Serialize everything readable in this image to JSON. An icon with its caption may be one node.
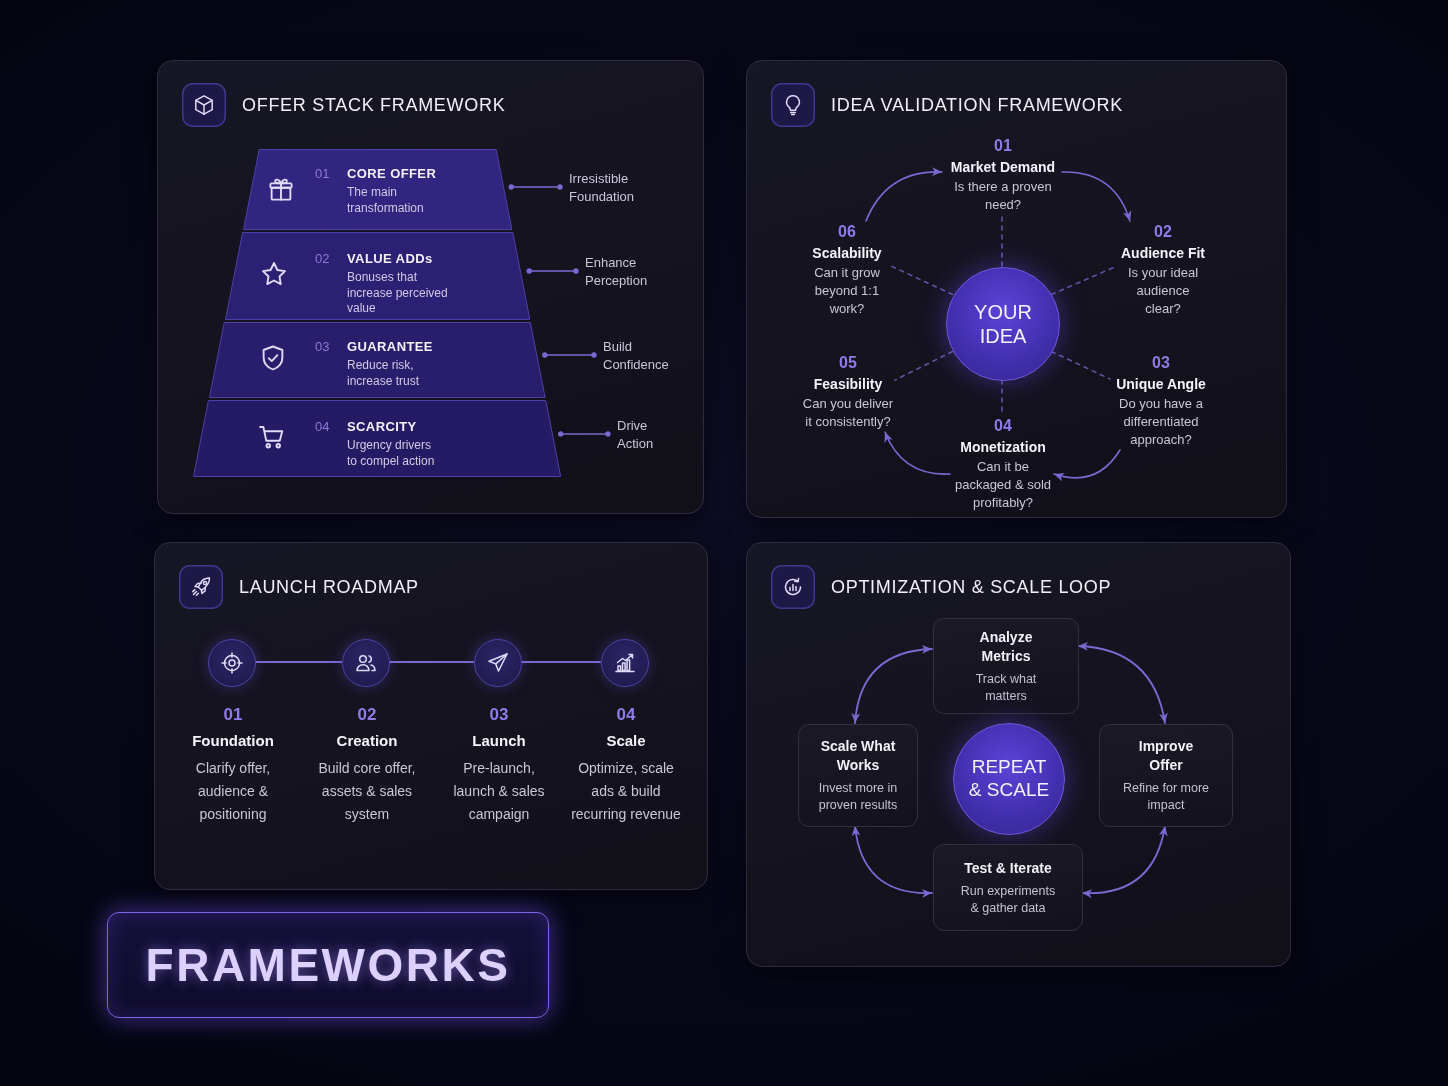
{
  "diagram": {
    "title": "FRAMEWORKS",
    "nodes": [
      {
        "text": [
          "OFFER STACK FRAMEWORK"
        ]
      },
      {
        "text": [
          "01",
          "CORE OFFER",
          "The main transformation"
        ],
        "in": 0
      },
      {
        "text": [
          "Irresistible Foundation"
        ],
        "in": 0
      },
      {
        "text": [
          "02",
          "VALUE ADDs",
          "Bonuses that increase perceived value"
        ],
        "in": 0
      },
      {
        "text": [
          "Enhance Perception"
        ],
        "in": 0
      },
      {
        "text": [
          "03",
          "GUARANTEE",
          "Reduce risk, increase trust"
        ],
        "in": 0
      },
      {
        "text": [
          "Build Confidence"
        ],
        "in": 0
      },
      {
        "text": [
          "04",
          "SCARCITY",
          "Urgency drivers to compel action"
        ],
        "in": 0
      },
      {
        "text": [
          "Drive Action"
        ],
        "in": 0
      },
      {
        "text": [
          "IDEA VALIDATION FRAMEWORK"
        ]
      },
      {
        "text": [
          "01",
          "Market Demand",
          "Is there a proven need?"
        ],
        "in": 9
      },
      {
        "text": [
          "06",
          "Scalability",
          "Can it grow beyond 1:1 work?"
        ],
        "in": 9
      },
      {
        "text": [
          "02",
          "Audience Fit",
          "Is your ideal audience clear?"
        ],
        "in": 9
      },
      {
        "text": [
          "YOUR IDEA"
        ],
        "in": 9
      },
      {
        "text": [
          "05",
          "Feasibility",
          "Can you deliver it consistently?"
        ],
        "in": 9
      },
      {
        "text": [
          "03",
          "Unique Angle",
          "Do you have a differentiated approach?"
        ],
        "in": 9
      },
      {
        "text": [
          "04",
          "Monetization",
          "Can it be packaged & sold profitably?"
        ],
        "in": 9
      },
      {
        "text": [
          "LAUNCH ROADMAP"
        ]
      },
      {
        "text": [],
        "shape": "circle",
        "beside": [
          "01",
          "Foundation",
          "Clarify offer, audience & positioning"
        ],
        "in": 17
      },
      {
        "text": [],
        "shape": "circle",
        "beside": [
          "02",
          "Creation",
          "Build core offer, assets & sales system"
        ],
        "in": 17
      },
      {
        "text": [],
        "shape": "circle",
        "beside": [
          "03",
          "Launch",
          "Pre-launch, launch & sales campaign"
        ],
        "in": 17
      },
      {
        "text": [],
        "shape": "circle",
        "beside": [
          "04",
          "Scale",
          "Optimize, scale ads & build recurring revenue"
        ],
        "in": 17
      },
      {
        "text": [
          "OPTIMIZATION & SCALE LOOP"
        ]
      },
      {
        "text": [
          "Analyze Metrics",
          "Track what matters"
        ],
        "in": 22
      },
      {
        "text": [
          "Scale What Works",
          "Invest more in proven results"
        ],
        "in": 22
      },
      {
        "text": [
          "REPEAT & SCALE"
        ],
        "in": 22
      },
      {
        "text": [
          "Improve Offer",
          "Refine for more impact"
        ],
        "in": 22
      },
      {
        "text": [
          "Test & Iterate",
          "Run experiments & gather data"
        ],
        "in": 22
      }
    ],
    "edges": [
      {
        "from": 1,
        "to": 2,
        "arrow": "other"
      },
      {
        "from": 3,
        "to": 4,
        "arrow": "other"
      },
      {
        "from": 5,
        "to": 6,
        "arrow": "other"
      },
      {
        "from": 7,
        "to": 8,
        "arrow": "other"
      },
      {
        "from": 13,
        "to": 10,
        "arrow": "none",
        "style": "dashed"
      },
      {
        "from": 13,
        "to": 12,
        "arrow": "none",
        "style": "dashed"
      },
      {
        "from": 13,
        "to": 15,
        "arrow": "none",
        "style": "dashed"
      },
      {
        "from": 13,
        "to": 16,
        "arrow": "none",
        "style": "dashed"
      },
      {
        "from": 13,
        "to": 14,
        "arrow": "none",
        "style": "dashed"
      },
      {
        "from": 13,
        "to": 11,
        "arrow": "none",
        "style": "dashed"
      },
      {
        "from": 11,
        "to": 10,
        "arrow": "to"
      },
      {
        "from": 10,
        "to": 12,
        "arrow": "to"
      },
      {
        "from": 15,
        "to": 16,
        "arrow": "to"
      },
      {
        "from": 16,
        "to": 14,
        "arrow": "to"
      },
      {
        "from": 18,
        "to": 19,
        "arrow": "none"
      },
      {
        "from": 19,
        "to": 20,
        "arrow": "none"
      },
      {
        "from": 20,
        "to": 21,
        "arrow": "none"
      },
      {
        "from": 23,
        "to": 26,
        "arrow": "both"
      },
      {
        "from": 26,
        "to": 27,
        "arrow": "both"
      },
      {
        "from": 27,
        "to": 24,
        "arrow": "both"
      },
      {
        "from": 24,
        "to": 23,
        "arrow": "both"
      }
    ]
  }
}
